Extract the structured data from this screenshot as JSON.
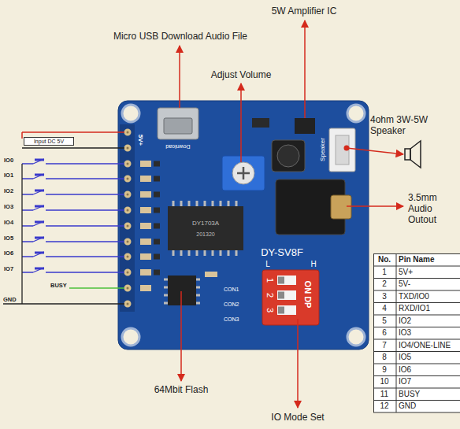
{
  "diagram": {
    "nodes": [
      {
        "text": [
          "Input DC 5V"
        ]
      }
    ],
    "labels": [
      "Micro USB Download Audio File",
      "5W Amplifier IC",
      "Adjust Volume",
      "4ohm 3W-5W Speaker",
      "3.5mm Audio Outout",
      "64Mbit Flash",
      "IO Mode Set",
      "IO0",
      "IO1",
      "IO2",
      "IO3",
      "IO4",
      "IO5",
      "IO6",
      "IO7",
      "BUSY",
      "GND",
      "5V+",
      "Download",
      "Speaker",
      "DY-SV8F",
      "L",
      "H",
      "CON1",
      "CON2",
      "CON3",
      "ON DP",
      "1",
      "2",
      "3",
      "DY1703A",
      "201320",
      "No.",
      "Pin Name",
      "1",
      "5V+",
      "2",
      "5V-",
      "3",
      "TXD/IO0",
      "4",
      "RXD/IO1",
      "5",
      "IO2",
      "6",
      "IO3",
      "7",
      "IO4/ONE-LINE",
      "8",
      "IO5",
      "9",
      "IO6",
      "10",
      "IO7",
      "11",
      "BUSY",
      "12",
      "GND"
    ]
  }
}
